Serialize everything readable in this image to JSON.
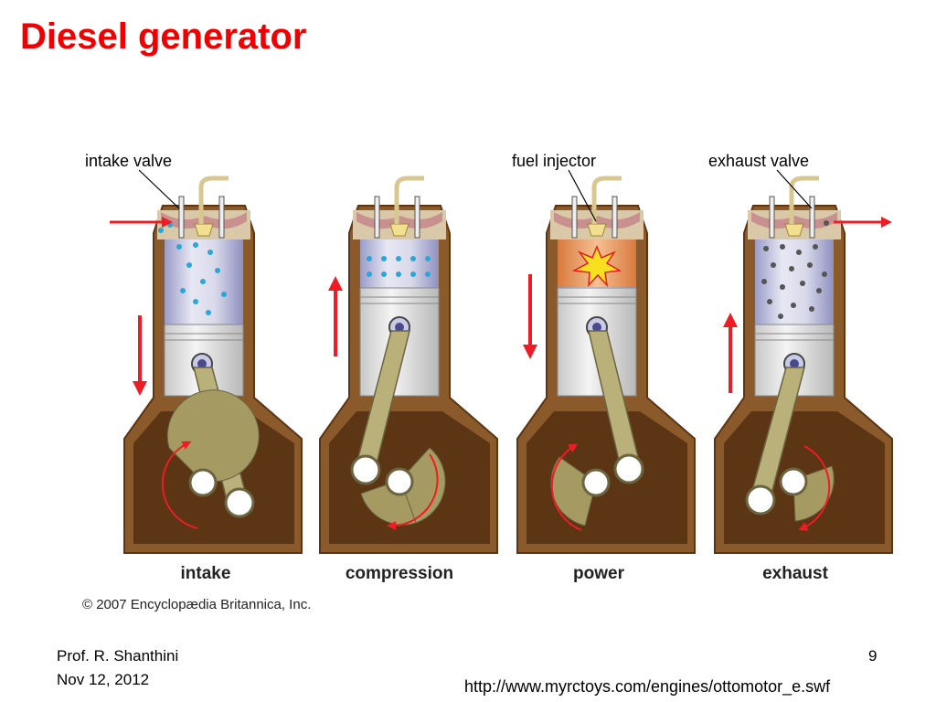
{
  "slide": {
    "title": "Diesel generator",
    "author": "Prof. R. Shanthini",
    "date": "Nov 12, 2012",
    "page_number": "9",
    "source_url": "http://www.myrctoys.com/engines/ottomotor_e.swf"
  },
  "diagram": {
    "labels": {
      "intake_valve": "intake valve",
      "fuel_injector": "fuel injector",
      "exhaust_valve": "exhaust valve"
    },
    "strokes": [
      {
        "name": "intake",
        "piston_motion": "down"
      },
      {
        "name": "compression",
        "piston_motion": "up"
      },
      {
        "name": "power",
        "piston_motion": "down"
      },
      {
        "name": "exhaust",
        "piston_motion": "up"
      }
    ],
    "copyright": "© 2007 Encyclopædia Britannica, Inc."
  },
  "colors": {
    "title": "#ee0000",
    "arrow": "#ee1c24",
    "crankcase": "#8a5a2b",
    "crankcase_dark": "#5c3514",
    "cylinder_head": "#d9c9a8",
    "rod": "#b9b07a",
    "air_dots": "#2aa7d6",
    "exhaust_dots": "#555555",
    "combustion": "#f0a060"
  }
}
